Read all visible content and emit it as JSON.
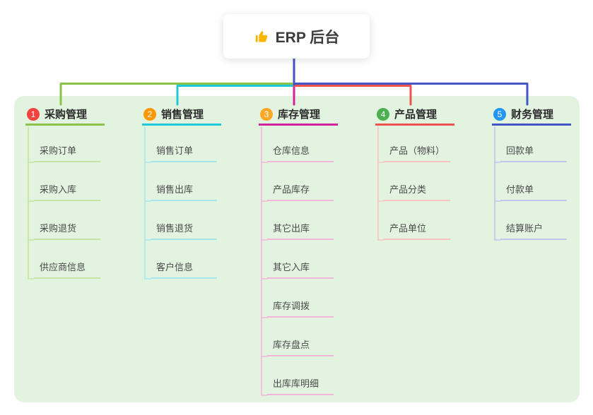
{
  "root": {
    "label": "ERP 后台",
    "icon": "thumbs-up-icon"
  },
  "branches": [
    {
      "badge": "1",
      "label": "采购管理",
      "badge_color": "#f4433e",
      "line_color": "#8bc34a",
      "child_line_color": "#c6e3a2",
      "children": [
        "采购订单",
        "采购入库",
        "采购退货",
        "供应商信息"
      ]
    },
    {
      "badge": "2",
      "label": "销售管理",
      "badge_color": "#ff9800",
      "line_color": "#1fc8d8",
      "child_line_color": "#a7e5ec",
      "children": [
        "销售订单",
        "销售出库",
        "销售退货",
        "客户信息"
      ]
    },
    {
      "badge": "3",
      "label": "库存管理",
      "badge_color": "#ffa726",
      "line_color": "#d4219c",
      "child_line_color": "#f2b5da",
      "children": [
        "仓库信息",
        "产品库存",
        "其它出库",
        "其它入库",
        "库存调拨",
        "库存盘点",
        "出库库明细"
      ]
    },
    {
      "badge": "4",
      "label": "产品管理",
      "badge_color": "#4caf50",
      "line_color": "#ef5350",
      "child_line_color": "#f8c3c2",
      "children": [
        "产品（物料）",
        "产品分类",
        "产品单位"
      ]
    },
    {
      "badge": "5",
      "label": "财务管理",
      "badge_color": "#2196f3",
      "line_color": "#4255c4",
      "child_line_color": "#bdc6ec",
      "children": [
        "回款单",
        "付款单",
        "结算账户"
      ]
    }
  ],
  "colors": {
    "root_line": "#4353c4",
    "panel_bg": "#e2f4e0",
    "icon": "#f7b500"
  }
}
